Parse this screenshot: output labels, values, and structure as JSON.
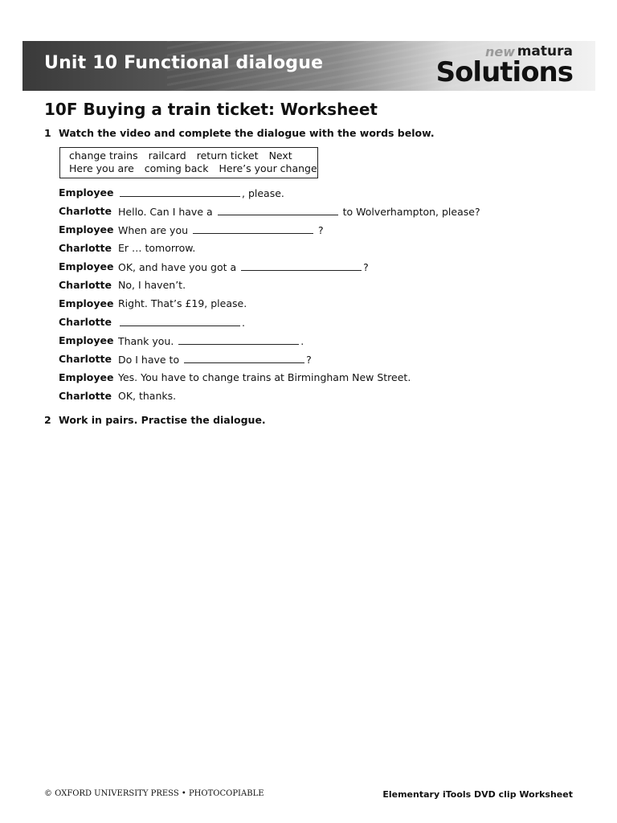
{
  "header": {
    "unit_title": "Unit 10 Functional dialogue",
    "logo_new": "new",
    "logo_matura": "matura",
    "logo_solutions": "Solutions"
  },
  "title": "10F Buying a train ticket: Worksheet",
  "task1": {
    "number": "1",
    "instruction": "Watch the video and complete the dialogue with the words below."
  },
  "word_box": {
    "row1": [
      "change trains",
      "railcard",
      "return ticket",
      "Next"
    ],
    "row2": [
      "Here you are",
      "coming back",
      "Here’s your change"
    ]
  },
  "dialogue": [
    {
      "speaker": "Employee",
      "before": "",
      "after": ", please."
    },
    {
      "speaker": "Charlotte",
      "before": "Hello. Can I have a ",
      "after": " to Wolverhampton, please?"
    },
    {
      "speaker": "Employee",
      "before": "When are you ",
      "after": " ?"
    },
    {
      "speaker": "Charlotte",
      "text": "Er … tomorrow."
    },
    {
      "speaker": "Employee",
      "before": "OK, and have you got a ",
      "after": "?"
    },
    {
      "speaker": "Charlotte",
      "text": "No, I haven’t."
    },
    {
      "speaker": "Employee",
      "text": "Right. That’s £19, please."
    },
    {
      "speaker": "Charlotte",
      "before": "",
      "after": "."
    },
    {
      "speaker": "Employee",
      "before": "Thank you. ",
      "after": "."
    },
    {
      "speaker": "Charlotte",
      "before": "Do I have to ",
      "after": "?"
    },
    {
      "speaker": "Employee",
      "text": "Yes. You have to change trains at Birmingham New Street."
    },
    {
      "speaker": "Charlotte",
      "text": "OK, thanks."
    }
  ],
  "task2": {
    "number": "2",
    "instruction": "Work in pairs. Practise the dialogue."
  },
  "footer": {
    "left": "© OXFORD UNIVERSITY PRESS • PHOTOCOPIABLE",
    "right": "Elementary iTools DVD clip Worksheet"
  }
}
